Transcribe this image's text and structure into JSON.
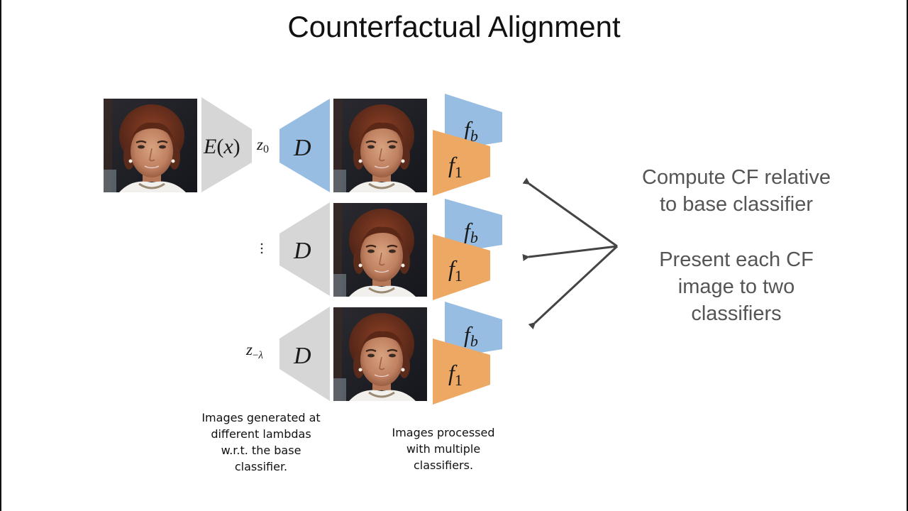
{
  "title": "Counterfactual Alignment",
  "colors": {
    "encoder_gray": "#d6d6d6",
    "decoder_blue": "#97bde2",
    "base_classifier_blue": "#97bde2",
    "classifier_orange": "#eda864",
    "arrow": "#444444",
    "side_text": "#555555"
  },
  "diagram": {
    "input_image": "face-portrait-original",
    "encoder_label": "E(x)",
    "latent_top": {
      "base": "z",
      "sub": "0"
    },
    "latent_middle": "⋮",
    "latent_bottom": {
      "base": "z",
      "sub": "−λ"
    },
    "rows": [
      {
        "decoder_label": "D",
        "image": "face-portrait-cf-1",
        "classifier_base": {
          "base": "f",
          "sub": "b"
        },
        "classifier_other": {
          "base": "f",
          "sub": "1"
        }
      },
      {
        "decoder_label": "D",
        "image": "face-portrait-cf-2",
        "classifier_base": {
          "base": "f",
          "sub": "b"
        },
        "classifier_other": {
          "base": "f",
          "sub": "1"
        }
      },
      {
        "decoder_label": "D",
        "image": "face-portrait-cf-3",
        "classifier_base": {
          "base": "f",
          "sub": "b"
        },
        "classifier_other": {
          "base": "f",
          "sub": "1"
        }
      }
    ]
  },
  "captions": {
    "generated": [
      "Images generated at",
      "different lambdas",
      "w.r.t. the base",
      "classifier."
    ],
    "processed": [
      "Images processed",
      "with multiple",
      "classifiers."
    ]
  },
  "side_notes": {
    "compute": [
      "Compute CF relative",
      "to base classifier"
    ],
    "present": [
      "Present each CF",
      "image to two",
      "classifiers"
    ]
  }
}
